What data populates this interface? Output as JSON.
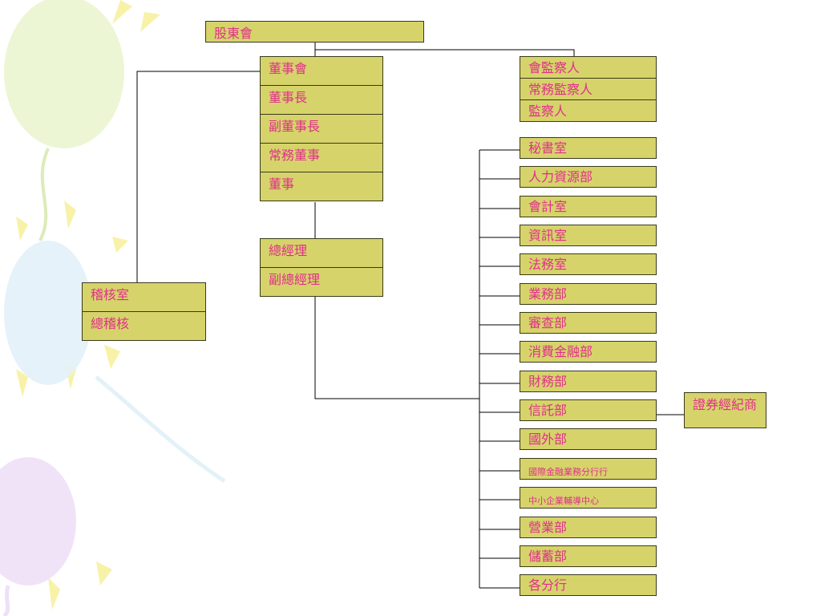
{
  "shareholders": "股東會",
  "board": [
    "董事會",
    "董事長",
    "副董事長",
    "常務董事",
    "董事"
  ],
  "supervisors": [
    "會監察人",
    "常務監察人",
    "監察人"
  ],
  "management": [
    "總經理",
    "副總經理"
  ],
  "audit": [
    "稽核室",
    "總稽核"
  ],
  "departments": [
    "秘書室",
    "人力資源部",
    "會計室",
    "資訊室",
    "法務室",
    "業務部",
    "審查部",
    "消費金融部",
    "財務部",
    "信託部",
    "國外部",
    "國際金融業務分行行",
    "中小企業輔導中心",
    "營業部",
    "儲蓄部",
    "各分行"
  ],
  "trust_sub": "證券經紀商",
  "colors": {
    "box_fill": "#d6d36b",
    "text": "#e0308a",
    "line": "#000000"
  }
}
